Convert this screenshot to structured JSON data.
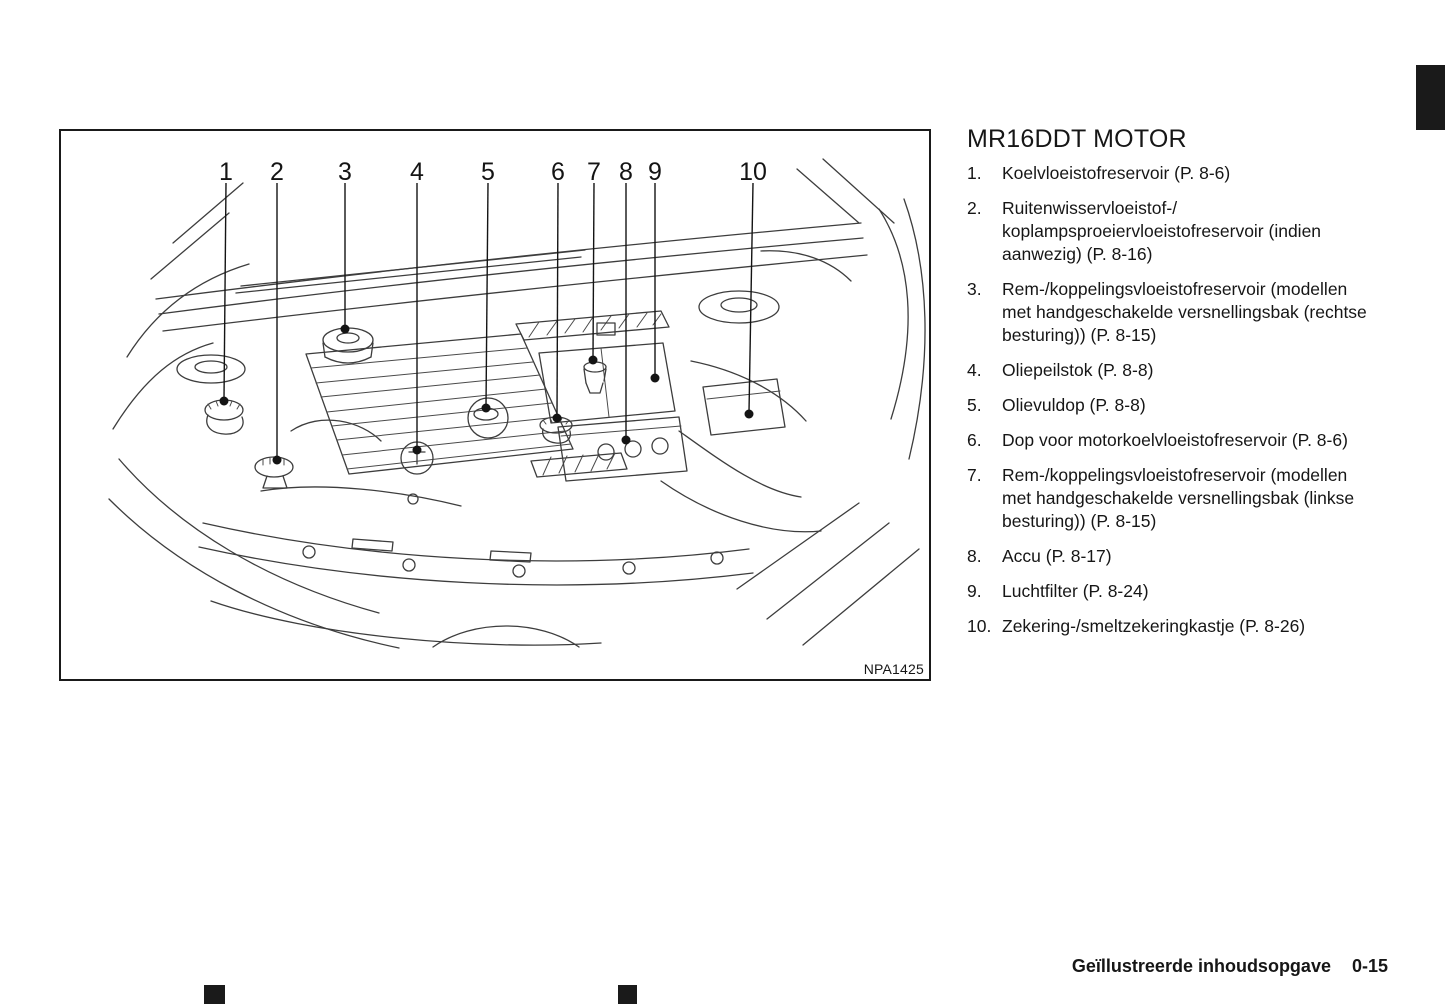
{
  "figure": {
    "code": "NPA1425",
    "callout_labels": [
      "1",
      "2",
      "3",
      "4",
      "5",
      "6",
      "7",
      "8",
      "9",
      "10"
    ]
  },
  "legend": {
    "heading": "MR16DDT MOTOR",
    "items": [
      {
        "number": "1.",
        "text": "Koelvloeistofreservoir (P. 8-6)"
      },
      {
        "number": "2.",
        "text": "Ruitenwisservloeistof-/\nkoplampsproeiervloeistofreservoir (indien\naanwezig) (P. 8-16)"
      },
      {
        "number": "3.",
        "text": "Rem-/koppelingsvloeistofreservoir (modellen\nmet handgeschakelde versnellingsbak (rechtse\nbesturing)) (P. 8-15)"
      },
      {
        "number": "4.",
        "text": "Oliepeilstok (P. 8-8)"
      },
      {
        "number": "5.",
        "text": "Olievuldop (P. 8-8)"
      },
      {
        "number": "6.",
        "text": "Dop voor motorkoelvloeistofreservoir (P. 8-6)"
      },
      {
        "number": "7.",
        "text": "Rem-/koppelingsvloeistofreservoir (modellen\nmet handgeschakelde versnellingsbak (linkse\nbesturing)) (P. 8-15)"
      },
      {
        "number": "8.",
        "text": "Accu (P. 8-17)"
      },
      {
        "number": "9.",
        "text": "Luchtfilter (P. 8-24)"
      },
      {
        "number": "10.",
        "text": "Zekering-/smeltzekeringkastje (P. 8-26)"
      }
    ]
  },
  "footer": {
    "section_title": "Geïllustreerde inhoudsopgave",
    "page_number": "0-15"
  },
  "colors": {
    "ink": "#161616",
    "sketch_line": "#3d3d3d",
    "marker": "#1a1a1a"
  }
}
